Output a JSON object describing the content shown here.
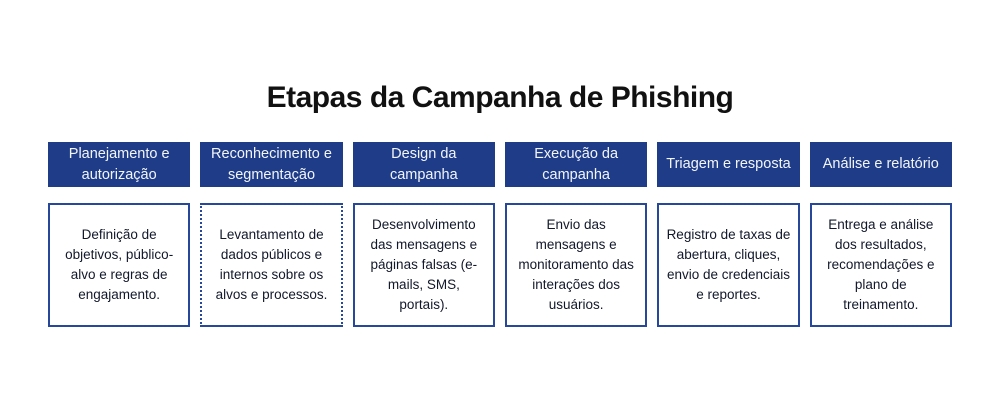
{
  "title": "Etapas da Campanha de Phishing",
  "colors": {
    "header_background": "#1e3c87",
    "header_text": "#f3f5fa",
    "card_border": "#27479b",
    "body_text": "#12182b",
    "title_text": "#111111",
    "page_background": "#ffffff"
  },
  "stages": [
    {
      "header": "Planejamento e autorização",
      "body": "Definição de objetivos, público-alvo e regras de engajamento."
    },
    {
      "header": "Reconhecimento e segmentação",
      "body": "Levantamento de dados públicos e internos sobre os alvos e processos."
    },
    {
      "header": "Design da campanha",
      "body": "Desenvolvimento das mensagens e páginas falsas (e-mails, SMS, portais)."
    },
    {
      "header": "Execução da campanha",
      "body": "Envio das mensagens e monitoramento das interações dos usuários."
    },
    {
      "header": "Triagem e resposta",
      "body": "Registro de taxas de abertura, cliques, envio de credenciais e reportes."
    },
    {
      "header": "Análise e relatório",
      "body": "Entrega e análise dos resultados, recomendações e plano de treinamento."
    }
  ]
}
